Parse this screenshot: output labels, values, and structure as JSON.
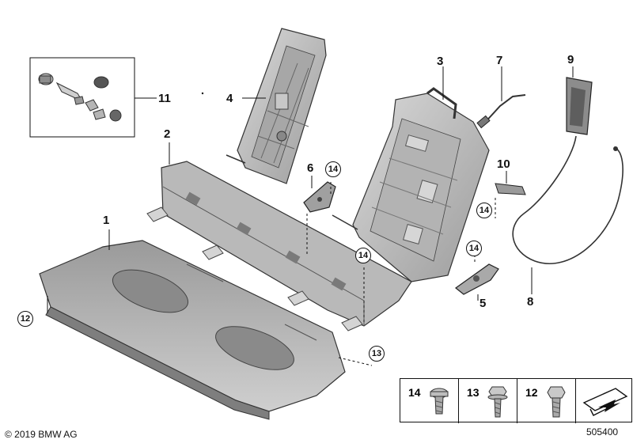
{
  "parts": {
    "p1": "1",
    "p2": "2",
    "p3": "3",
    "p4": "4",
    "p5": "5",
    "p6": "6",
    "p7": "7",
    "p8": "8",
    "p9": "9",
    "p10": "10",
    "p11": "11",
    "c12": "12",
    "c13": "13",
    "c14": "14"
  },
  "fasteners": [
    {
      "label": "14",
      "icon": "torx-screw-icon"
    },
    {
      "label": "13",
      "icon": "flange-bolt-icon"
    },
    {
      "label": "12",
      "icon": "hex-bolt-icon"
    }
  ],
  "footer": {
    "copyright": "© 2019 BMW AG",
    "diagram_number": "505400"
  },
  "colors": {
    "part_fill": "#c9c9c9",
    "part_dark": "#6e6e6e",
    "outline": "#2a2a2a"
  }
}
